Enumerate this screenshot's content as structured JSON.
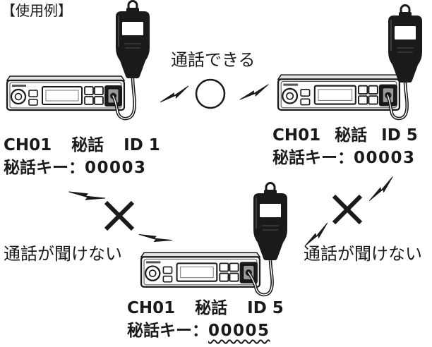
{
  "title": "【使用例】",
  "top_center": {
    "label": "通話できる"
  },
  "units": {
    "top_left": {
      "channel": "CH01",
      "mode": "秘話",
      "id": "ID 1",
      "key_label": "秘話キー：",
      "key_value": "00003"
    },
    "top_right": {
      "channel": "CH01",
      "mode": "秘話",
      "id": "ID 5",
      "key_label": "秘話キー：",
      "key_value": "00003"
    },
    "bottom": {
      "channel": "CH01",
      "mode": "秘話",
      "id": "ID 5",
      "key_label": "秘話キー：",
      "key_value": "00005"
    }
  },
  "links": {
    "left_status": "通話が聞けない",
    "right_status": "通話が聞けない"
  },
  "icons": {
    "radio": "mobile-transceiver-icon",
    "mic": "hand-microphone-icon",
    "signal": "lightning-bolt-icon",
    "ok_mark": "circle-mark",
    "ng_mark": "cross-mark"
  },
  "colors": {
    "ink": "#1a1a1a",
    "background": "#ffffff"
  }
}
